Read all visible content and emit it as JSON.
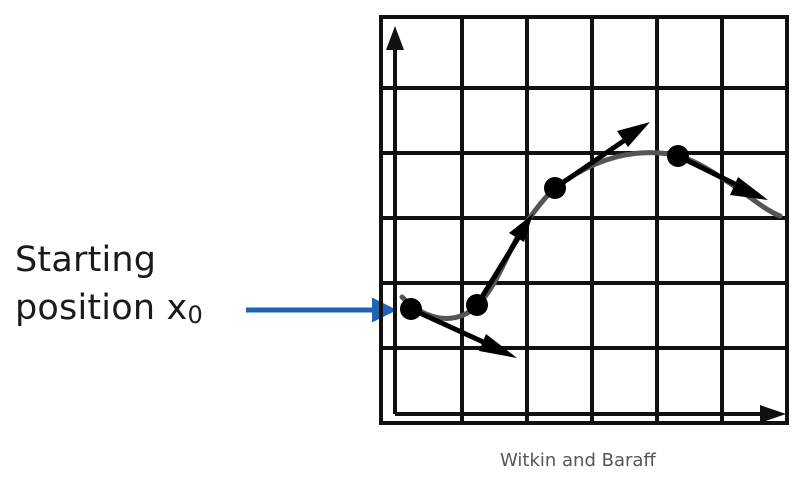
{
  "label": {
    "line1": "Starting",
    "line2": "position x",
    "subscript": "0"
  },
  "credit": "Witkin and Baraff",
  "colors": {
    "pointer_arrow": "#1f64b4",
    "grid": "#111111",
    "curve": "#555555",
    "vectors": "#000000"
  },
  "icons": {
    "pointer": "arrow-right-icon"
  }
}
